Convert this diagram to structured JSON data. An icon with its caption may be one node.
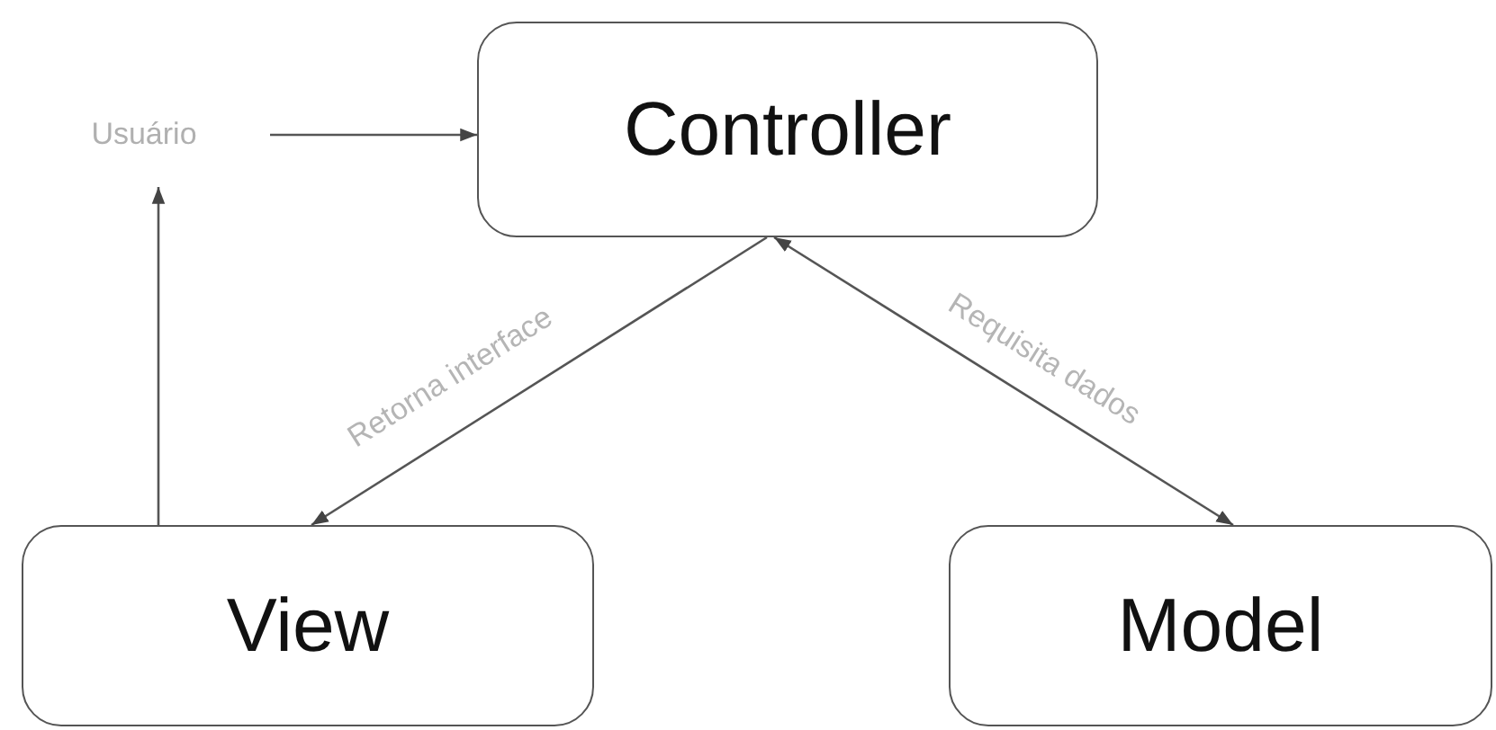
{
  "diagram": {
    "nodes": [
      {
        "text": [
          "Usuário"
        ]
      },
      {
        "text": [
          "Controller"
        ]
      },
      {
        "text": [
          "View"
        ]
      },
      {
        "text": [
          "Model"
        ]
      }
    ],
    "edges": [
      {
        "from": 0,
        "to": 1,
        "arrow": "to"
      },
      {
        "from": 2,
        "to": 0,
        "arrow": "to"
      },
      {
        "from": 1,
        "to": 2,
        "arrow": "to",
        "label": "Retorna interface"
      },
      {
        "from": 1,
        "to": 3,
        "arrow": "both",
        "label": "Requisita dados"
      }
    ]
  }
}
